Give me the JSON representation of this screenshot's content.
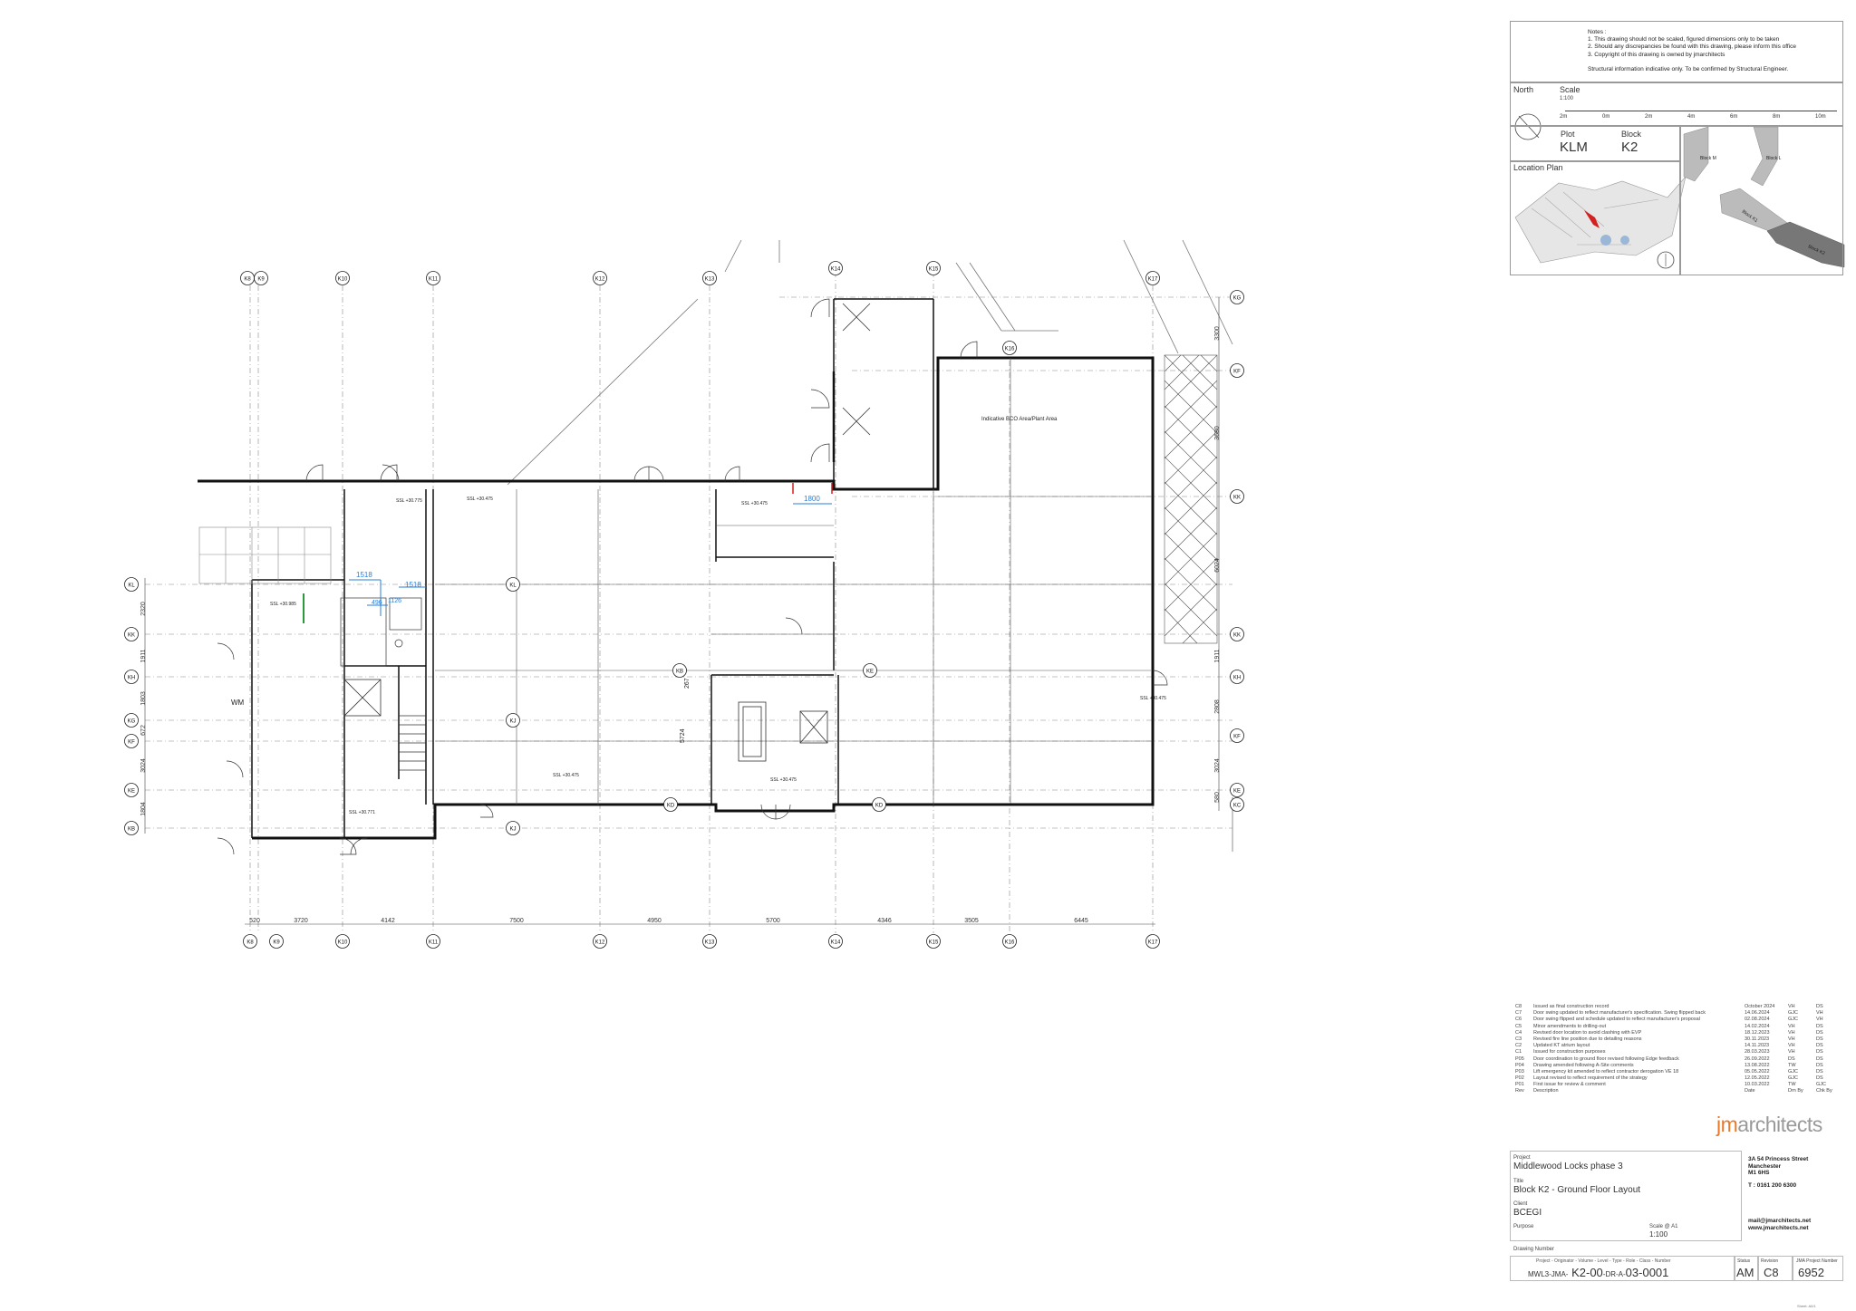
{
  "notes": {
    "heading": "Notes :",
    "lines": [
      "1. This drawing should not be scaled, figured dimensions only to be taken",
      "2. Should any discrepancies be found with this drawing, please inform this office",
      "3. Copyright of this drawing is owned by jmarchitects"
    ],
    "structural": "Structural information indicative only. To be confirmed by Structural Engineer."
  },
  "north_label": "North",
  "scale": {
    "label": "Scale",
    "value": "1:100",
    "ticks": [
      "2m",
      "0m",
      "2m",
      "4m",
      "6m",
      "8m",
      "10m"
    ]
  },
  "plot": {
    "label": "Plot",
    "value": "KLM"
  },
  "block": {
    "label": "Block",
    "value": "K2"
  },
  "location_plan_label": "Location Plan",
  "key_blocks": [
    "Block M",
    "Block L",
    "Block K1",
    "Block K2"
  ],
  "grid": {
    "top": [
      "K8",
      "K9",
      "K10",
      "K11",
      "K12",
      "K13",
      "K14",
      "K15",
      "K17"
    ],
    "top_extra": "K16",
    "bottom": [
      "K8",
      "K9",
      "K10",
      "K11",
      "K12",
      "K13",
      "K14",
      "K15",
      "K16",
      "K17"
    ],
    "left": [
      "KL",
      "KK",
      "KH",
      "KG",
      "KF",
      "KE",
      "KB"
    ],
    "right": [
      "KG",
      "KF",
      "KK",
      "KK",
      "KH",
      "KF",
      "KE",
      "KC"
    ],
    "inner": [
      "KL",
      "KJ",
      "KE",
      "KD",
      "KD",
      "KJ",
      "KB"
    ]
  },
  "dims": {
    "bottom": [
      "520",
      "3720",
      "4142",
      "7500",
      "4950",
      "5700",
      "4346",
      "3505",
      "6445"
    ],
    "left": [
      "2320",
      "1911",
      "1803",
      "672",
      "3024",
      "1804"
    ],
    "right": [
      "3300",
      "3630",
      "6024",
      "1911",
      "2808",
      "3024",
      "580"
    ],
    "inner": [
      "5724",
      "267"
    ],
    "blue": [
      "1800",
      "1518",
      "1518",
      "1126",
      "496"
    ]
  },
  "levels": {
    "ssl": [
      "SSL +30.775",
      "SSL +30.475",
      "SSL +30.475",
      "SSL +30.985",
      "SSL +30.475",
      "SSL +30.475",
      "SSL +30.771",
      "SSL +30.475"
    ]
  },
  "plan_text": {
    "ind_area": "Indicative BCO Area/Plant Area",
    "wm": "WM"
  },
  "revisions": {
    "rows": [
      {
        "code": "C8",
        "desc": "Issued as final construction record",
        "date": "October 2024",
        "by": "VH",
        "chk": "DS"
      },
      {
        "code": "C7",
        "desc": "Door swing updated to reflect manufacturer's specification. Swing flipped back",
        "date": "14.06.2024",
        "by": "GJC",
        "chk": "VH"
      },
      {
        "code": "C6",
        "desc": "Door swing flipped and schedule updated to reflect manufacturer's proposal",
        "date": "02.08.2024",
        "by": "GJC",
        "chk": "VH"
      },
      {
        "code": "C5",
        "desc": "Minor amendments to drilling-out",
        "date": "14.02.2024",
        "by": "VH",
        "chk": "DS"
      },
      {
        "code": "C4",
        "desc": "Revised door location to avoid clashing with EVP",
        "date": "18.12.2023",
        "by": "VH",
        "chk": "DS"
      },
      {
        "code": "C3",
        "desc": "Revised fire line position due to detailing reasons",
        "date": "30.11.2023",
        "by": "VH",
        "chk": "DS"
      },
      {
        "code": "C2",
        "desc": "Updated KT atrium layout",
        "date": "14.11.2023",
        "by": "VH",
        "chk": "DS"
      },
      {
        "code": "C1",
        "desc": "Issued for construction purposes",
        "date": "28.03.2023",
        "by": "VH",
        "chk": "DS"
      },
      {
        "code": "P05",
        "desc": "Door coordination to ground floor revised following Edge feedback",
        "date": "26.09.2022",
        "by": "DS",
        "chk": "DS"
      },
      {
        "code": "P04",
        "desc": "Drawing amended following A-Site comments",
        "date": "13.08.2022",
        "by": "TW",
        "chk": "DS"
      },
      {
        "code": "P03",
        "desc": "Lift emergency kit amended to reflect contractor derogation VE 18",
        "date": "05.05.2022",
        "by": "GJC",
        "chk": "DS"
      },
      {
        "code": "P02",
        "desc": "Layout revised to reflect requirement of the strategy",
        "date": "12.05.2022",
        "by": "GJC",
        "chk": "DS"
      },
      {
        "code": "P01",
        "desc": "First issue for review & comment",
        "date": "10.03.2022",
        "by": "TW",
        "chk": "GJC"
      }
    ],
    "header": {
      "code": "Rev",
      "desc": "Description",
      "date": "Date",
      "by": "Drn By",
      "chk": "Chk By"
    }
  },
  "logo": {
    "part1": "jm",
    "part2": "architects",
    "accent": "#e8792b"
  },
  "office": {
    "address": [
      "3A 54 Princess Street",
      "Manchester",
      "M1 6HS"
    ],
    "tel": "T : 0161 200 6300",
    "email": "mail@jmarchitects.net",
    "web": "www.jmarchitects.net"
  },
  "project": {
    "label": "Project",
    "value": "Middlewood Locks phase 3"
  },
  "title": {
    "label": "Title",
    "value": "Block K2 - Ground Floor Layout"
  },
  "client": {
    "label": "Client",
    "value": "BCEGI"
  },
  "purpose": {
    "label": "Purpose",
    "value": ""
  },
  "scale_at": {
    "label": "Scale @ A1",
    "value": "1:100"
  },
  "drawing_number": {
    "label": "Drawing Number",
    "fields": "Project - Originator - Volume - Level - Type - Role - Class - Number",
    "parts": [
      "MWL3",
      "-JMA-",
      "K2",
      "-00",
      "-DR-",
      "A-",
      "03",
      "-0001"
    ]
  },
  "status": {
    "label": "Status",
    "value": "AM"
  },
  "revision": {
    "label": "Revision",
    "value": "C8"
  },
  "jma_project": {
    "label": "JMA Project Number",
    "value": "6952"
  },
  "footnote": "Sheet: A0/1"
}
